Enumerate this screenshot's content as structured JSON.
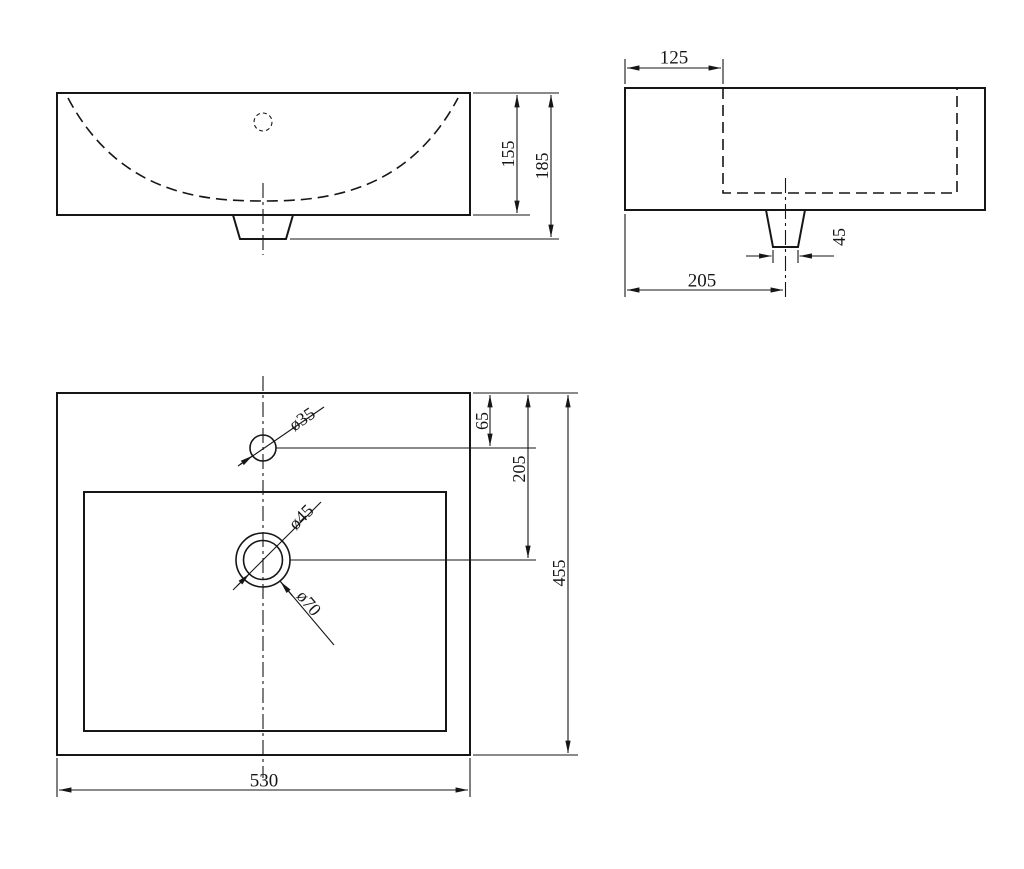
{
  "drawing": {
    "background": "#ffffff",
    "ink": "#161616",
    "front_view": {
      "dim_basin_depth": "155",
      "dim_overall_height": "185"
    },
    "side_view": {
      "dim_back_ledge": "125",
      "dim_drain_width": "45",
      "dim_drain_center_from_front": "205"
    },
    "plan_view": {
      "dim_faucet_from_back": "65",
      "dim_drain_center_from_back": "205",
      "dim_overall_depth": "455",
      "dim_overall_width": "530",
      "label_faucet_hole": "ø35",
      "label_drain_inner": "ø45",
      "label_drain_outer": "ø70"
    }
  }
}
